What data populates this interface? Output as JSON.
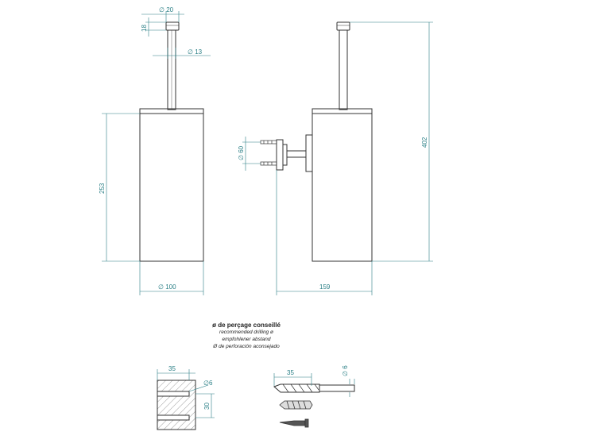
{
  "dimensions": {
    "knob_diameter": "∅ 20",
    "knob_height": "18",
    "rod_diameter": "∅ 13",
    "body_height": "253",
    "body_diameter": "∅ 100",
    "total_height": "402",
    "mount_diameter": "∅ 60",
    "projection_depth": "159",
    "drill_depth_a": "35",
    "hole_diameter": "∅6",
    "hole_spacing": "30",
    "drill_depth_b": "35",
    "drill_diameter": "∅ 6"
  },
  "caption": {
    "french": "ø de perçage conseillé",
    "english": "recommended drilling ø",
    "german": "empfohlener abstand",
    "spanish": "Ø de perforación aconsejado"
  },
  "colors": {
    "line": "#333333",
    "dimension": "#2a7f86"
  }
}
